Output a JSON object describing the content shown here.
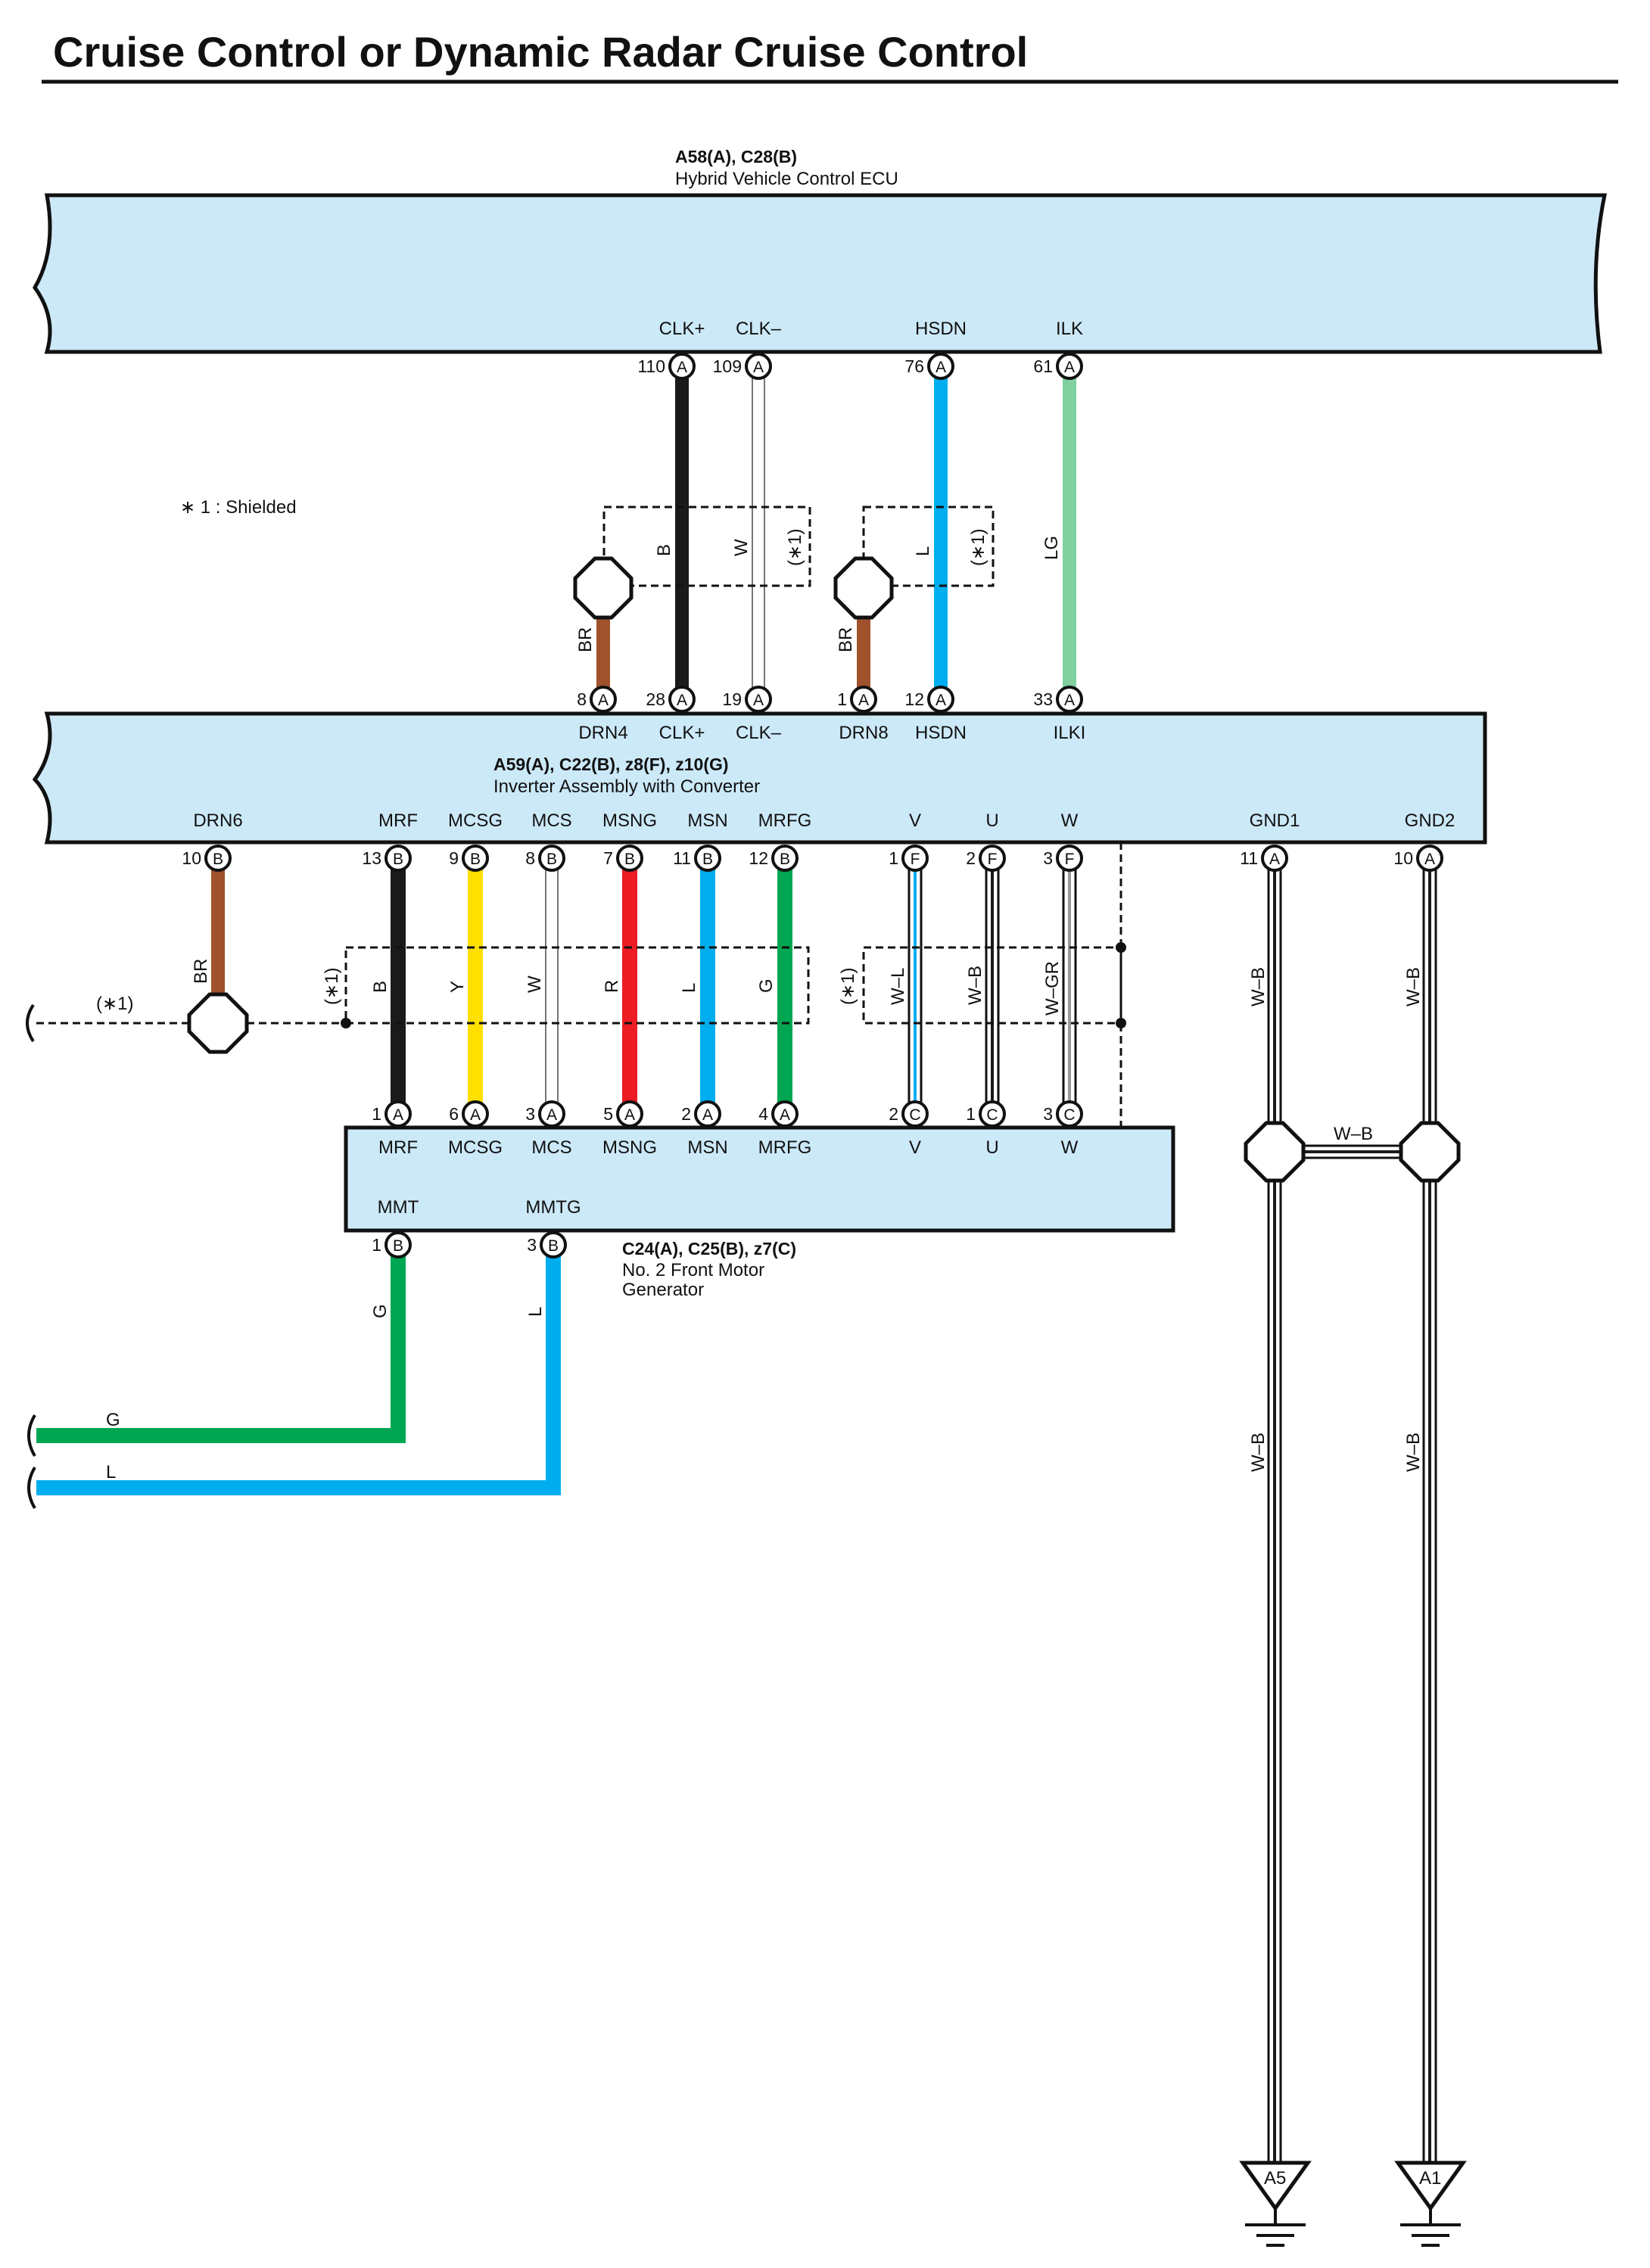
{
  "title": "Cruise Control or Dynamic Radar Cruise Control",
  "note": "∗ 1 : Shielded",
  "colors": {
    "B": "#1a1a1a",
    "W": "#ffffff",
    "L": "#00aeef",
    "LG": "#7fcf9f",
    "BR": "#a0522d",
    "Y": "#ffe000",
    "R": "#ed1c24",
    "G": "#00a651",
    "ecu_fill": "#cce9f8"
  },
  "ecu": {
    "code": "A58(A), C28(B)",
    "name": "Hybrid Vehicle Control ECU"
  },
  "inverter": {
    "code": "A59(A), C22(B), z8(F), z10(G)",
    "name": "Inverter Assembly with Converter"
  },
  "motor": {
    "code": "C24(A), C25(B), z7(C)",
    "name1": "No.  2 Front Motor",
    "name2": "Generator"
  },
  "ecu_pins": [
    {
      "label": "CLK+",
      "num": "110",
      "conn": "A"
    },
    {
      "label": "CLK–",
      "num": "109",
      "conn": "A"
    },
    {
      "label": "HSDN",
      "num": "76",
      "conn": "A"
    },
    {
      "label": "ILK",
      "num": "61",
      "conn": "A"
    }
  ],
  "inv_top_pins": [
    {
      "label": "DRN4",
      "num": "8",
      "conn": "A"
    },
    {
      "label": "CLK+",
      "num": "28",
      "conn": "A"
    },
    {
      "label": "CLK–",
      "num": "19",
      "conn": "A"
    },
    {
      "label": "DRN8",
      "num": "1",
      "conn": "A"
    },
    {
      "label": "HSDN",
      "num": "12",
      "conn": "A"
    },
    {
      "label": "ILKI",
      "num": "33",
      "conn": "A"
    }
  ],
  "inv_bot_pins": [
    {
      "label": "DRN6",
      "num": "10",
      "conn": "B"
    },
    {
      "label": "MRF",
      "num": "13",
      "conn": "B"
    },
    {
      "label": "MCSG",
      "num": "9",
      "conn": "B"
    },
    {
      "label": "MCS",
      "num": "8",
      "conn": "B"
    },
    {
      "label": "MSNG",
      "num": "7",
      "conn": "B"
    },
    {
      "label": "MSN",
      "num": "11",
      "conn": "B"
    },
    {
      "label": "MRFG",
      "num": "12",
      "conn": "B"
    },
    {
      "label": "V",
      "num": "1",
      "conn": "F"
    },
    {
      "label": "U",
      "num": "2",
      "conn": "F"
    },
    {
      "label": "W",
      "num": "3",
      "conn": "F"
    },
    {
      "label": "GND1",
      "num": "11",
      "conn": "A"
    },
    {
      "label": "GND2",
      "num": "10",
      "conn": "A"
    }
  ],
  "motor_top_pins": [
    {
      "label": "MRF",
      "num": "1",
      "conn": "A"
    },
    {
      "label": "MCSG",
      "num": "6",
      "conn": "A"
    },
    {
      "label": "MCS",
      "num": "3",
      "conn": "A"
    },
    {
      "label": "MSNG",
      "num": "5",
      "conn": "A"
    },
    {
      "label": "MSN",
      "num": "2",
      "conn": "A"
    },
    {
      "label": "MRFG",
      "num": "4",
      "conn": "A"
    },
    {
      "label": "V",
      "num": "2",
      "conn": "C"
    },
    {
      "label": "U",
      "num": "1",
      "conn": "C"
    },
    {
      "label": "W",
      "num": "3",
      "conn": "C"
    }
  ],
  "motor_bot_pins": [
    {
      "label": "MMT",
      "num": "1",
      "conn": "B"
    },
    {
      "label": "MMTG",
      "num": "3",
      "conn": "B"
    }
  ],
  "wire_colors": {
    "clk_plus": "B",
    "clk_minus": "W",
    "hsdn": "L",
    "ilk": "LG",
    "drn4": "BR",
    "drn8": "BR",
    "drn6": "BR",
    "mrf": "B",
    "mcsg": "Y",
    "mcs": "W",
    "msng": "R",
    "msn": "L",
    "mrfg": "G",
    "v": "W–L",
    "u": "W–B",
    "w": "W–GR",
    "gnd1": "W–B",
    "gnd2": "W–B",
    "gnd_bridge": "W–B",
    "gnd1_lower": "W–B",
    "gnd2_lower": "W–B",
    "mmt": "G",
    "mmtg": "L",
    "out_g": "G",
    "out_l": "L"
  },
  "shield_label": "(∗1)",
  "grounds": [
    {
      "label": "A5"
    },
    {
      "label": "A1"
    }
  ]
}
